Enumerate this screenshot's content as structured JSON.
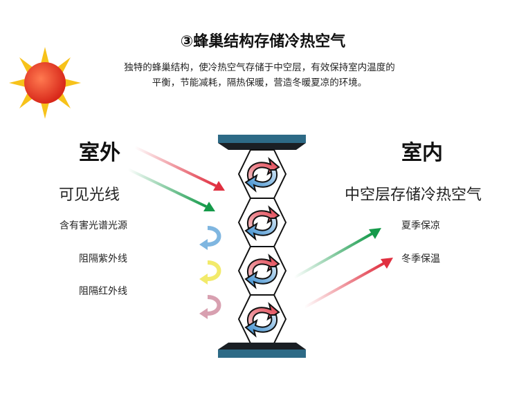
{
  "title": "③蜂巢结构存储冷热空气",
  "description": [
    "独特的蜂巢结构，使冷热空气存储于中空层，有效保持室内温度的",
    "平衡，节能减耗，隔热保暖，营造冬暖夏凉的环境。"
  ],
  "outside": {
    "heading": "室外",
    "subheading": "可见光线",
    "items": [
      "含有害光谱光源",
      "阻隔紫外线",
      "阻隔红外线"
    ]
  },
  "inside": {
    "heading": "室内",
    "subheading": "中空层存储冷热空气",
    "items": [
      "夏季保凉",
      "冬季保温"
    ]
  },
  "colors": {
    "plate": "#2d6a86",
    "plate_dark": "#1a1f24",
    "red": "#e03040",
    "green": "#159a4a",
    "blue": "#3d8fd0",
    "yellow": "#f0e040",
    "sun": "#e83a2a"
  }
}
